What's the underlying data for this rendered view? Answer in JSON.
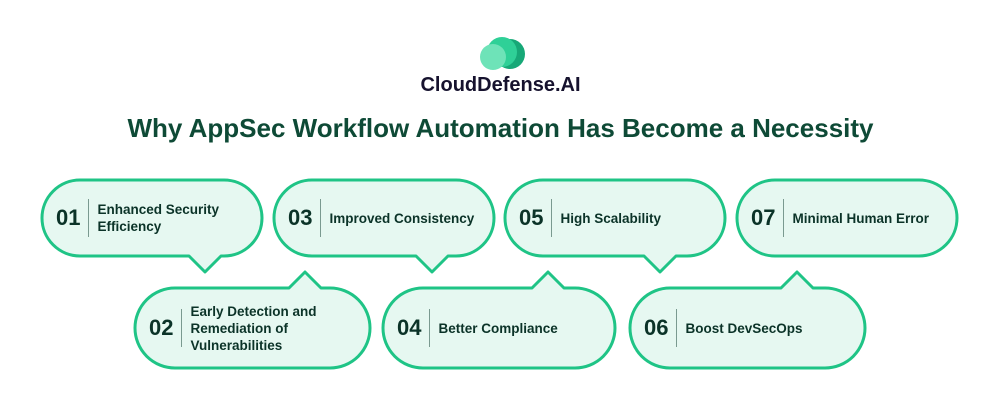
{
  "brand": {
    "name": "CloudDefense.AI",
    "logo_icon": "cloud-icon",
    "colors": {
      "accent": "#1fc486",
      "fill": "#e6f8f1",
      "text": "#0b3328",
      "title": "#0e4a36"
    }
  },
  "title": "Why AppSec Workflow Automation Has Become a Necessity",
  "items": [
    {
      "number": "01",
      "label": "Enhanced Security Efficiency"
    },
    {
      "number": "02",
      "label": "Early Detection and Remediation of Vulnerabilities"
    },
    {
      "number": "03",
      "label": "Improved Consistency"
    },
    {
      "number": "04",
      "label": "Better Compliance"
    },
    {
      "number": "05",
      "label": "High Scalability"
    },
    {
      "number": "06",
      "label": "Boost DevSecOps"
    },
    {
      "number": "07",
      "label": "Minimal Human Error"
    }
  ]
}
